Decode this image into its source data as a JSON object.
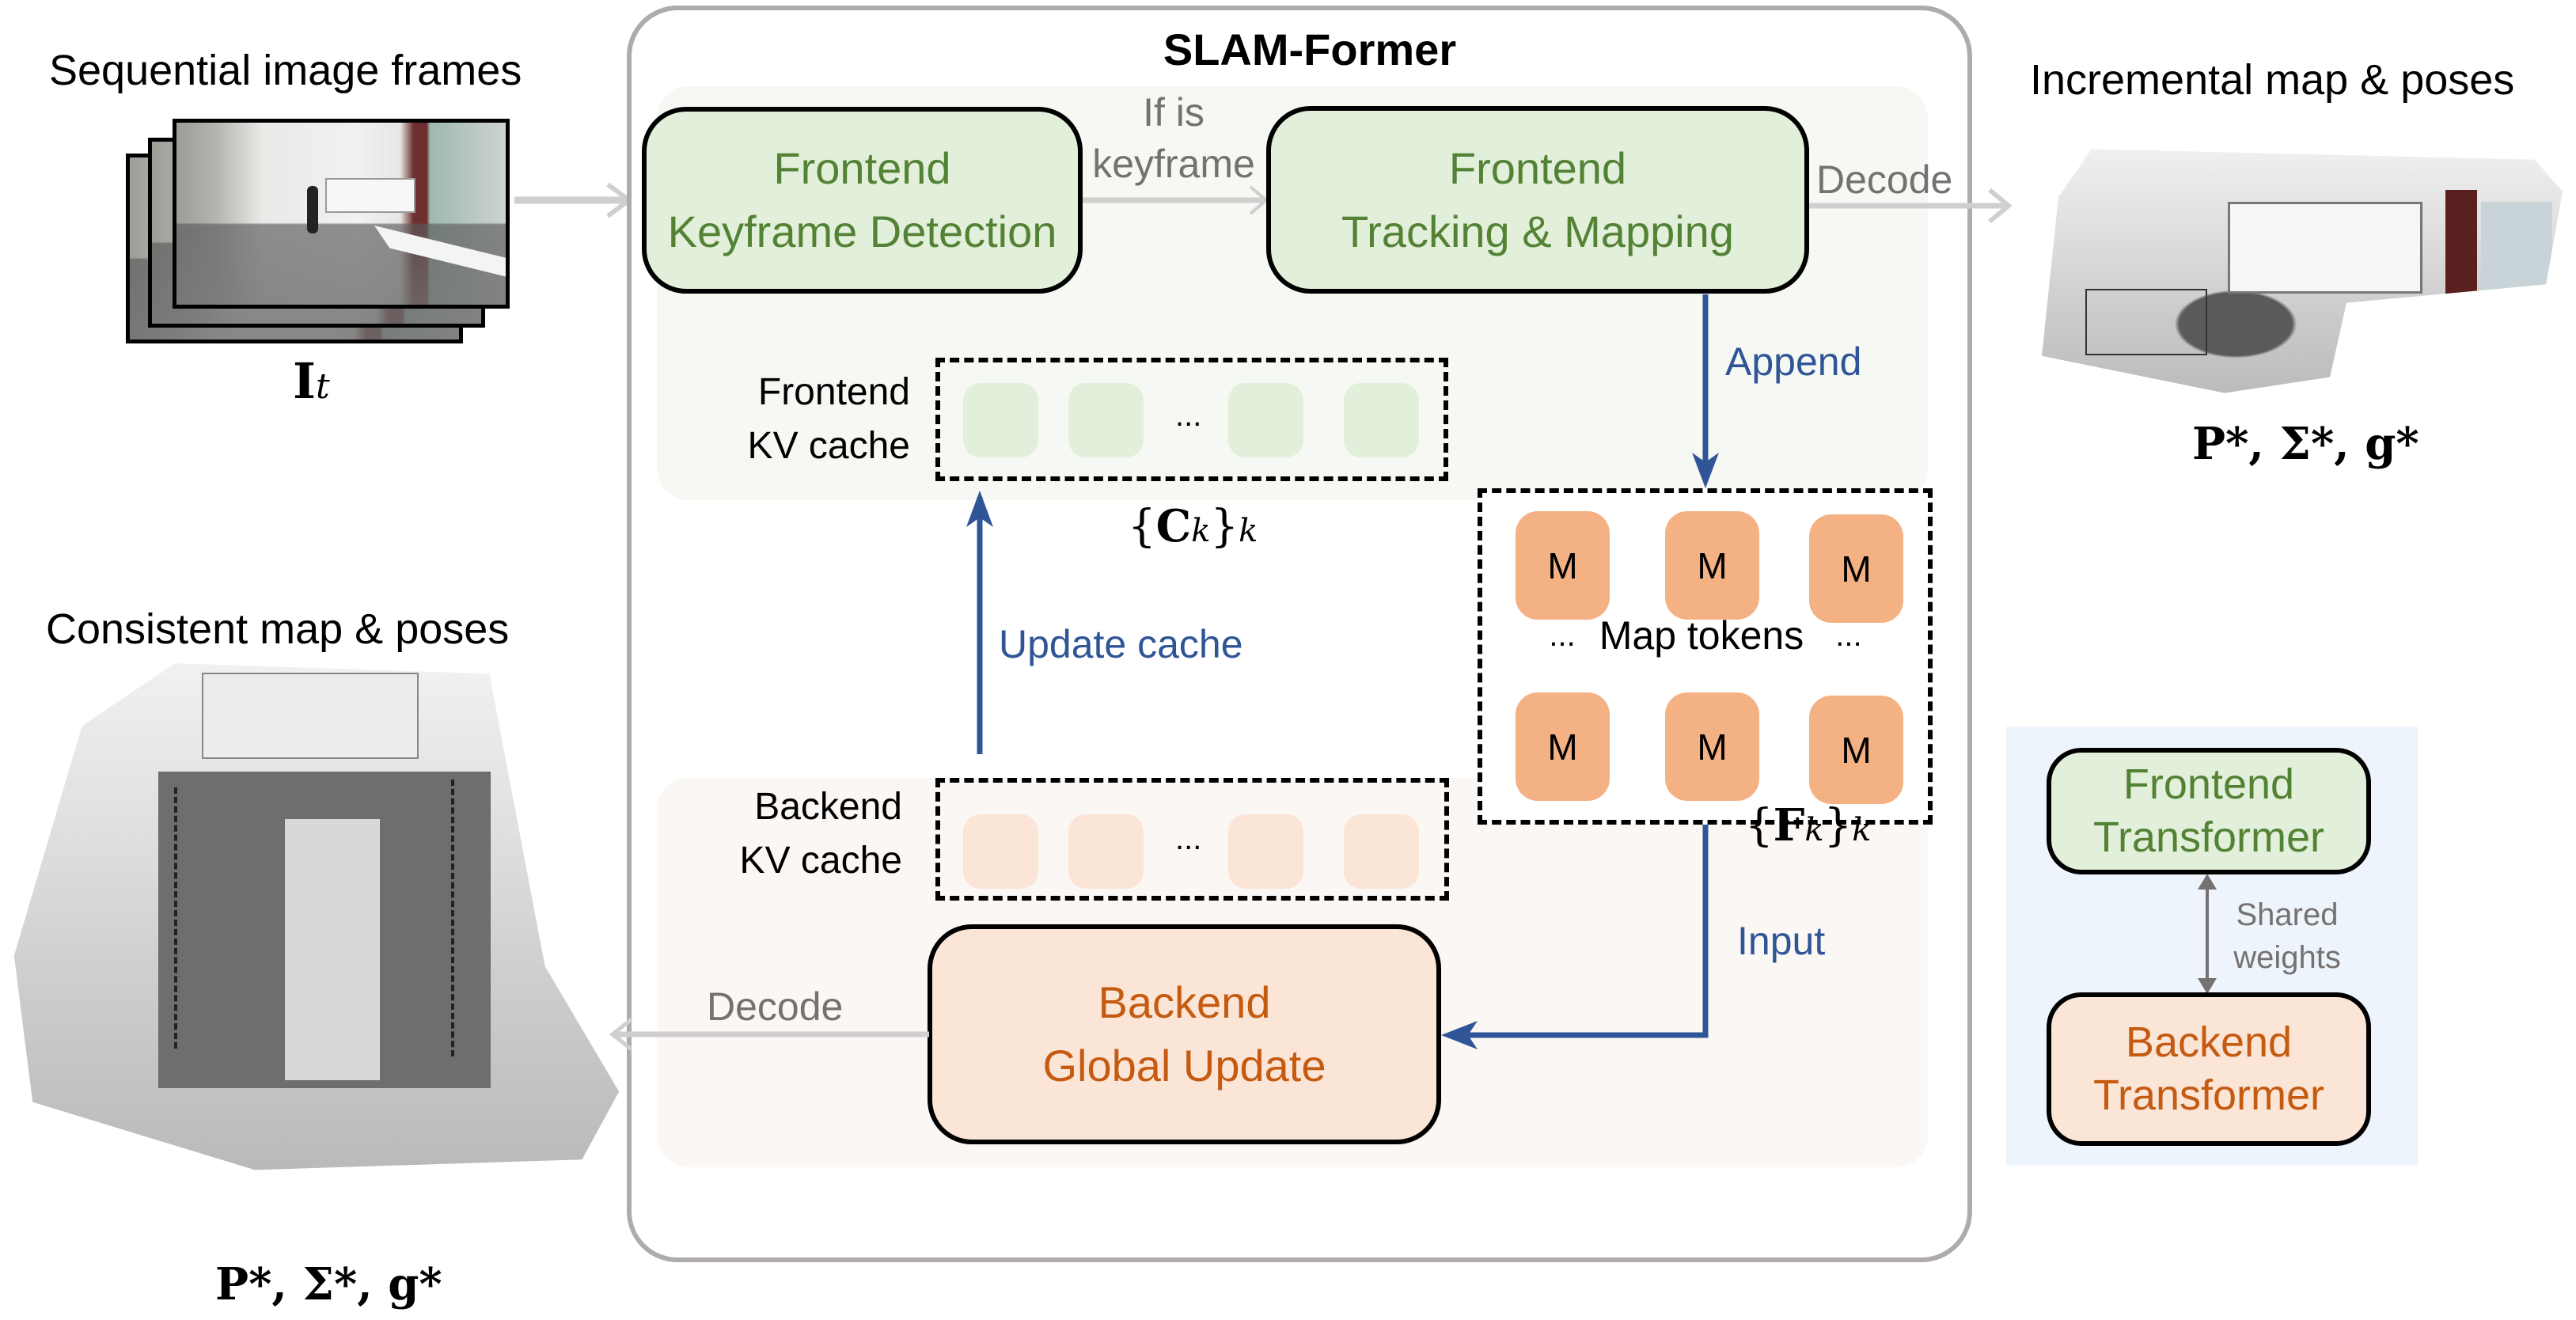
{
  "figure": {
    "title": "SLAM-Former"
  },
  "input": {
    "heading": "Sequential image frames",
    "symbol_main": "I",
    "symbol_sub": "t",
    "frame_count": 3
  },
  "frontend": {
    "keyframe_detection": {
      "line1": "Frontend",
      "line2": "Keyframe Detection"
    },
    "tracking_mapping": {
      "line1": "Frontend",
      "line2": "Tracking & Mapping"
    },
    "edge_if_keyframe": {
      "line1": "If is",
      "line2": "keyframe"
    },
    "kv_cache": {
      "line1": "Frontend",
      "line2": "KV cache",
      "ellipsis": "...",
      "cells": 4
    },
    "cache_symbol": {
      "open": "{",
      "main": "C",
      "sub": "k",
      "close": "}",
      "outer_sub": "k"
    }
  },
  "map_tokens": {
    "label": "Map tokens",
    "ellipsis": "...",
    "token_letter": "M",
    "rows": [
      [
        "M",
        "M",
        "M"
      ],
      [
        "M",
        "M",
        "M"
      ]
    ],
    "symbol": {
      "open": "{",
      "main": "F",
      "sub": "k",
      "close": "}",
      "outer_sub": "k"
    }
  },
  "backend": {
    "global_update": {
      "line1": "Backend",
      "line2": "Global Update"
    },
    "kv_cache": {
      "line1": "Backend",
      "line2": "KV cache",
      "ellipsis": "...",
      "cells": 4
    }
  },
  "edges": {
    "append": "Append",
    "update_cache": "Update cache",
    "input": "Input",
    "decode_top": "Decode",
    "decode_bottom": "Decode"
  },
  "outputs": {
    "incremental": {
      "heading": "Incremental map & poses",
      "formula": "P*, Σ*, g*"
    },
    "consistent": {
      "heading": "Consistent map & poses",
      "formula": "P*, Σ*, g*"
    }
  },
  "legend": {
    "frontend": {
      "line1": "Frontend",
      "line2": "Transformer"
    },
    "backend": {
      "line1": "Backend",
      "line2": "Transformer"
    },
    "shared": {
      "line1": "Shared",
      "line2": "weights"
    }
  },
  "colors": {
    "frontend_fill": "#e2efda",
    "frontend_text": "#548235",
    "backend_fill": "#fbe5d6",
    "backend_text": "#c55a11",
    "map_token_fill": "#f4b183",
    "blue_arrow": "#2f5597",
    "gray_arrow": "#d0cece",
    "gray_text": "#767171",
    "outer_border": "#afabab",
    "legend_bg": "#edf4fb"
  }
}
